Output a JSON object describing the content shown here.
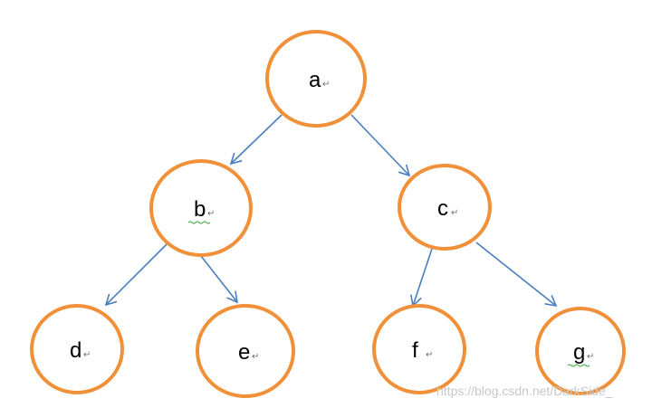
{
  "diagram": {
    "nodes": [
      {
        "id": "a",
        "label": "a"
      },
      {
        "id": "b",
        "label": "b"
      },
      {
        "id": "c",
        "label": "c"
      },
      {
        "id": "d",
        "label": "d"
      },
      {
        "id": "e",
        "label": "e"
      },
      {
        "id": "f",
        "label": "f"
      },
      {
        "id": "g",
        "label": "g"
      }
    ],
    "edges": [
      {
        "from": "a",
        "to": "b"
      },
      {
        "from": "a",
        "to": "c"
      },
      {
        "from": "b",
        "to": "d"
      },
      {
        "from": "b",
        "to": "e"
      },
      {
        "from": "c",
        "to": "f"
      },
      {
        "from": "c",
        "to": "g"
      }
    ],
    "paragraph_mark": "↵",
    "colors": {
      "node_stroke": "#f0913a",
      "edge": "#4a7ebf",
      "text": "#000000"
    }
  },
  "watermark": "https://blog.csdn.net/DarkSide_"
}
